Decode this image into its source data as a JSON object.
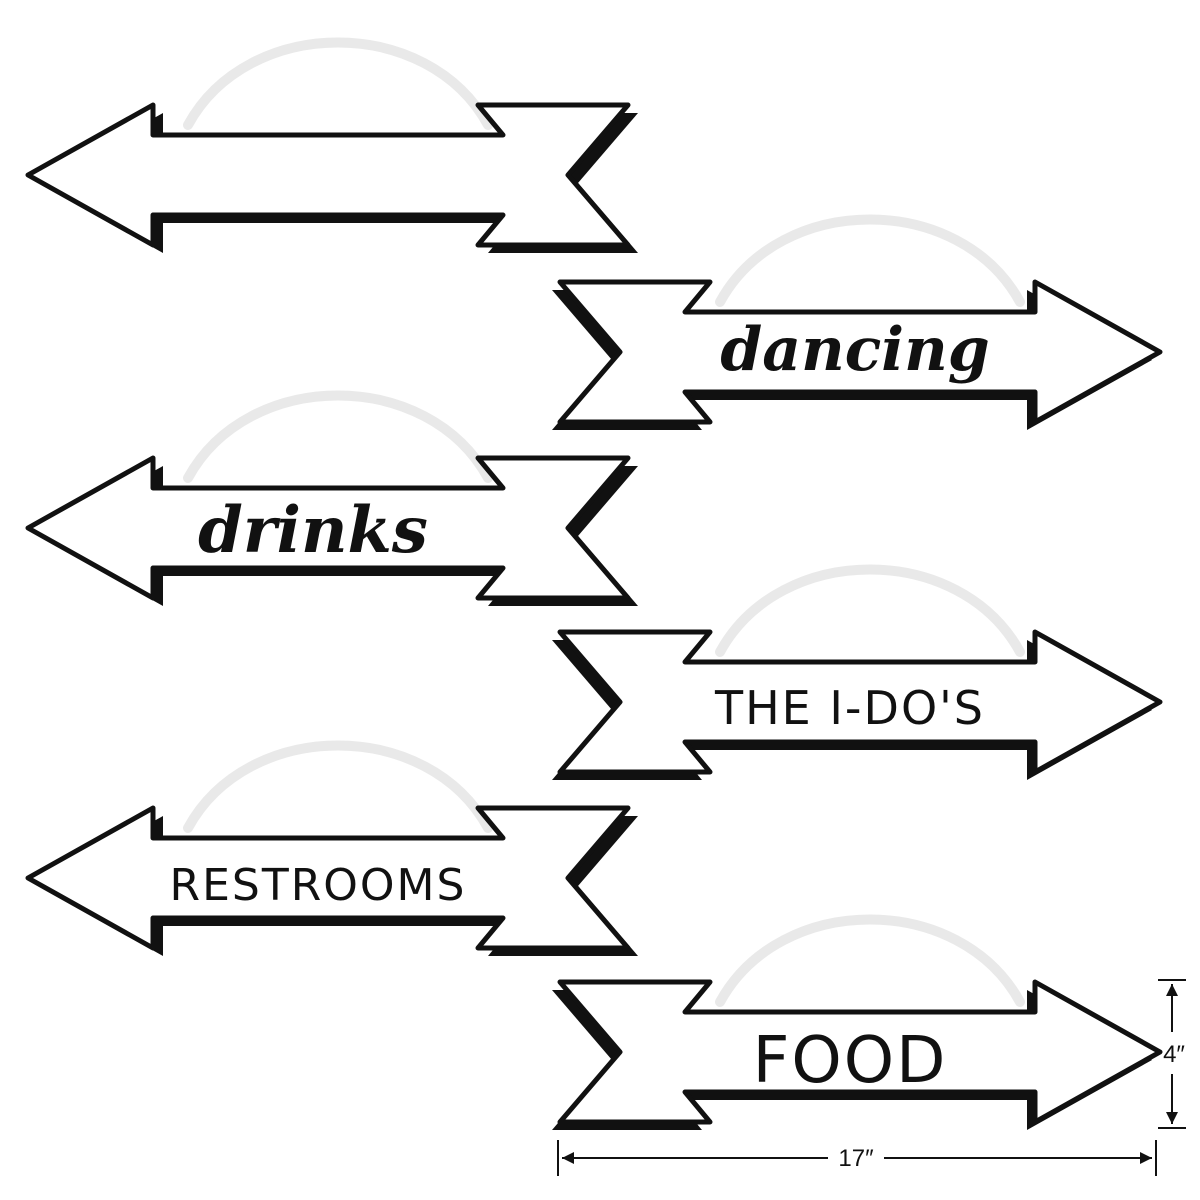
{
  "signs": [
    {
      "label": "",
      "direction": "left"
    },
    {
      "label": "dancing",
      "direction": "right"
    },
    {
      "label": "drinks",
      "direction": "left"
    },
    {
      "label": "THE I-DO'S",
      "direction": "right"
    },
    {
      "label": "RESTROOMS",
      "direction": "left"
    },
    {
      "label": "FOOD",
      "direction": "right"
    }
  ],
  "dimensions": {
    "height_label": "4″",
    "width_label": "17″"
  },
  "colors": {
    "ink": "#111111",
    "face": "#ffffff",
    "hanger": "#f0f0f0"
  }
}
